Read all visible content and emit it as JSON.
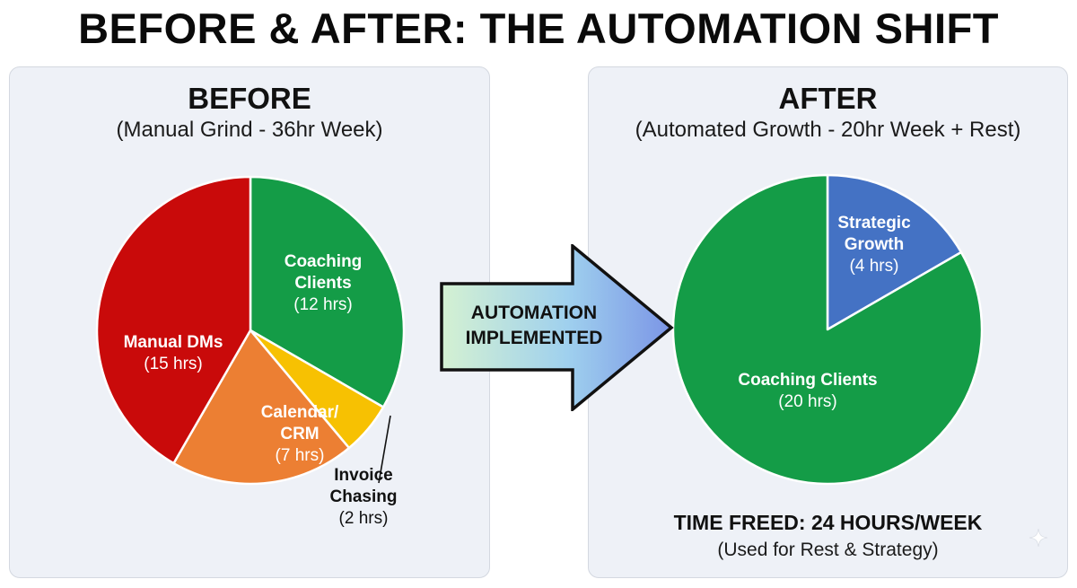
{
  "title": "BEFORE & AFTER: THE AUTOMATION SHIFT",
  "arrow_text_line1": "AUTOMATION",
  "arrow_text_line2": "IMPLEMENTED",
  "footer": {
    "time_freed": "TIME FREED: 24 HOURS/WEEK",
    "time_freed_note": "(Used for Rest & Strategy)"
  },
  "icons": {
    "arrow": "right-arrow-icon",
    "sparkle": "sparkle-icon"
  },
  "chart_data": [
    {
      "type": "pie",
      "title": "BEFORE",
      "subtitle": "(Manual Grind - 36hr Week)",
      "slices": [
        {
          "label_lines": [
            "Coaching",
            "Clients"
          ],
          "value_text": "(12 hrs)",
          "value": 12,
          "color": "#149c47",
          "label_color": "#ffffff"
        },
        {
          "label_lines": [
            "Invoice",
            "Chasing"
          ],
          "value_text": "(2 hrs)",
          "value": 2,
          "color": "#f7c102",
          "label_color": "#111111"
        },
        {
          "label_lines": [
            "Calendar/",
            "CRM"
          ],
          "value_text": "(7 hrs)",
          "value": 7,
          "color": "#ec7f33",
          "label_color": "#ffffff"
        },
        {
          "label_lines": [
            "Manual DMs"
          ],
          "value_text": "(15 hrs)",
          "value": 15,
          "color": "#c90a0a",
          "label_color": "#ffffff"
        }
      ]
    },
    {
      "type": "pie",
      "title": "AFTER",
      "subtitle": "(Automated Growth - 20hr Week + Rest)",
      "slices": [
        {
          "label_lines": [
            "Strategic",
            "Growth"
          ],
          "value_text": "(4 hrs)",
          "value": 4,
          "color": "#4472c4",
          "label_color": "#ffffff"
        },
        {
          "label_lines": [
            "Coaching Clients"
          ],
          "value_text": "(20 hrs)",
          "value": 20,
          "color": "#149c47",
          "label_color": "#ffffff"
        }
      ]
    }
  ]
}
